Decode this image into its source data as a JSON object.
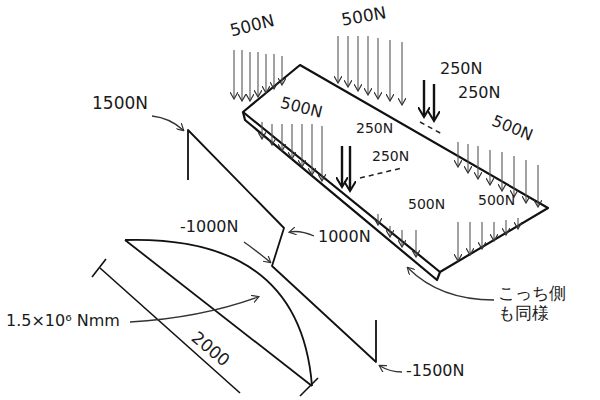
{
  "diagram": {
    "labels": [
      "500N",
      "500N",
      "1500N",
      "250N",
      "250N",
      "500N",
      "250N",
      "500N",
      "250N",
      "-1000N",
      "1000N",
      "500N",
      "500N",
      "1.5×10⁶ Nmm",
      "2000",
      "-1500N",
      "こっち側も同様"
    ]
  }
}
